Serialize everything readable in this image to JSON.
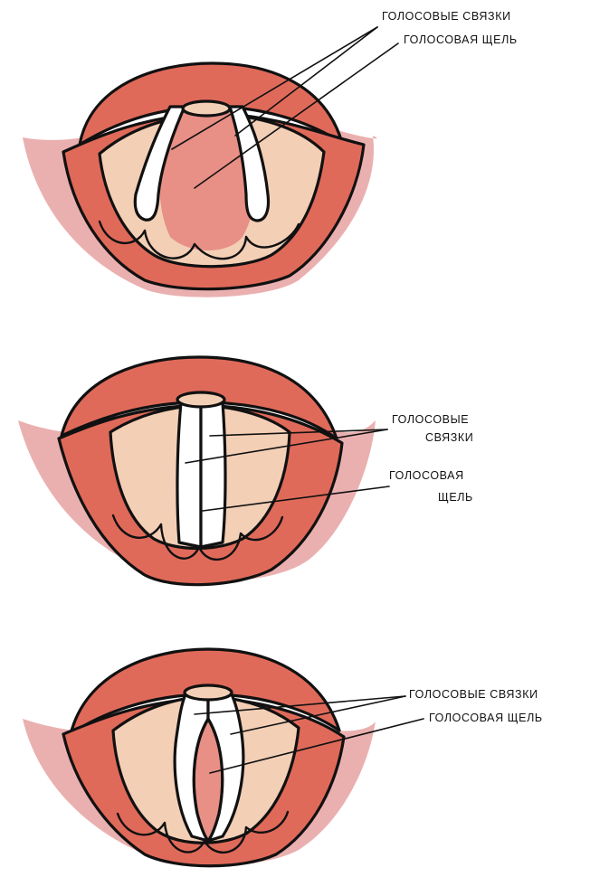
{
  "colors": {
    "outer_pink": "#eab0b0",
    "red_tissue": "#e06a5a",
    "dark_red": "#d45a4c",
    "peach_inner": "#f3cfb6",
    "glottis_pink": "#e88f86",
    "cord_white": "#ffffff",
    "ink": "#111111"
  },
  "diagrams": [
    {
      "state": "wide-open",
      "labels": {
        "cords": "ГОЛОСОВЫЕ СВЯЗКИ",
        "glottis": "ГОЛОСОВАЯ ЩЕЛЬ"
      }
    },
    {
      "state": "closed",
      "labels": {
        "cords_line1": "ГОЛОСОВЫЕ",
        "cords_line2": "СВЯЗКИ",
        "glottis_line1": "ГОЛОСОВАЯ",
        "glottis_line2": "ЩЕЛЬ"
      }
    },
    {
      "state": "narrow",
      "labels": {
        "cords": "ГОЛОСОВЫЕ СВЯЗКИ",
        "glottis": "ГОЛОСОВАЯ ЩЕЛЬ"
      }
    }
  ]
}
